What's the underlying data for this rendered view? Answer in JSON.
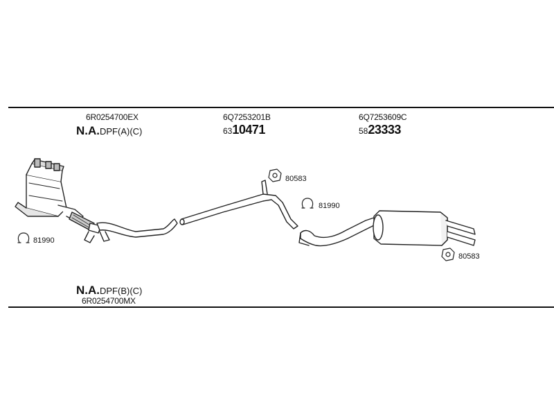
{
  "header": {
    "col1": {
      "part": "6R0254700EX",
      "na": "N.A.",
      "dpf": "DPF(A)(C)"
    },
    "col2": {
      "part": "6Q7253201B",
      "prefix": "63",
      "number": "10471"
    },
    "col3": {
      "part": "6Q7253609C",
      "prefix": "58",
      "number": "23333"
    }
  },
  "footer": {
    "na": "N.A.",
    "dpf": "DPF(B)(C)",
    "part": "6R0254700MX"
  },
  "callouts": {
    "clamp_left": "81990",
    "clamp_mid": "81990",
    "hanger_top": "80583",
    "hanger_right": "80583"
  }
}
